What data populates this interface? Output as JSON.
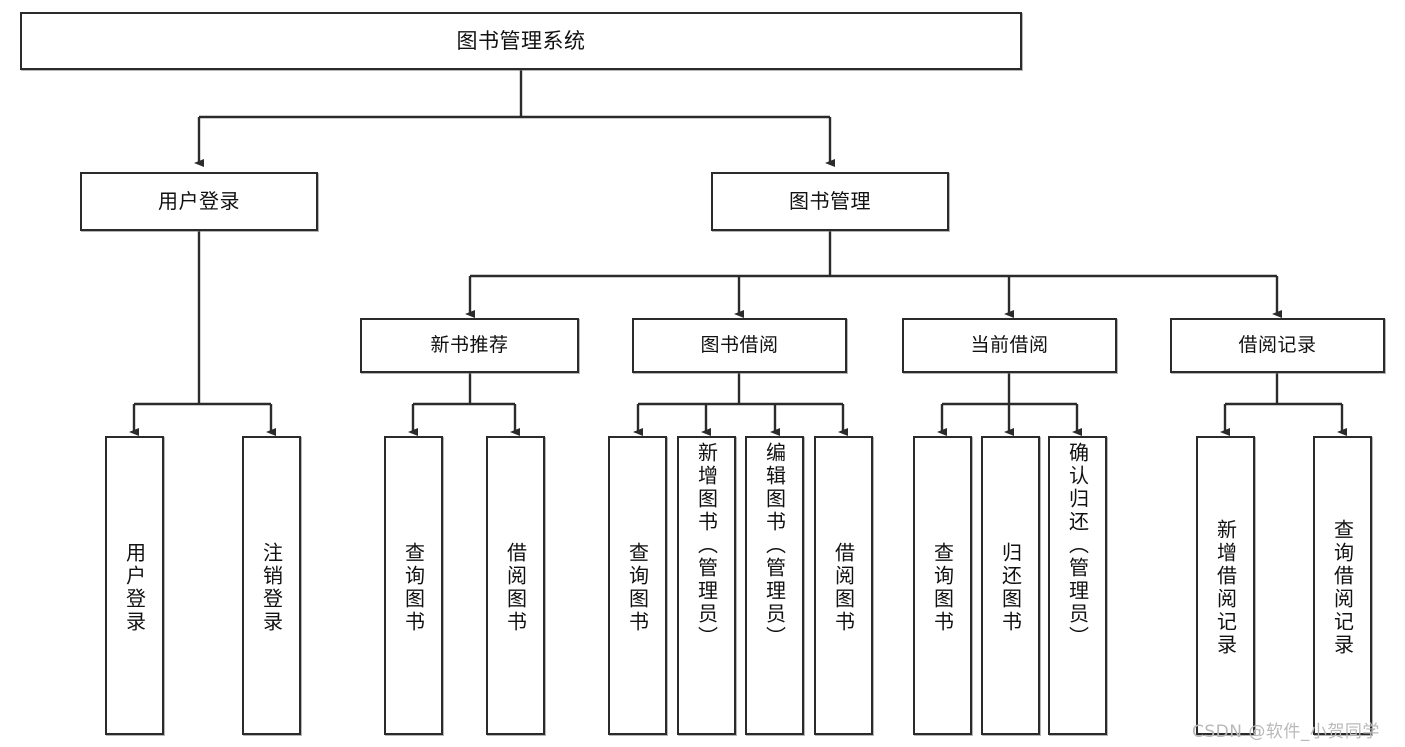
{
  "diagram": {
    "type": "tree",
    "title": "图书管理系统",
    "root": {
      "label": "图书管理系统"
    },
    "level2": [
      {
        "label": "用户登录"
      },
      {
        "label": "图书管理"
      }
    ],
    "level3": [
      {
        "label": "新书推荐"
      },
      {
        "label": "图书借阅"
      },
      {
        "label": "当前借阅"
      },
      {
        "label": "借阅记录"
      }
    ],
    "leaves": {
      "user_login": [
        {
          "label": "用户登录"
        },
        {
          "label": "注销登录"
        }
      ],
      "new_book_recommend": [
        {
          "label": "查询图书"
        },
        {
          "label": "借阅图书"
        }
      ],
      "book_borrow": [
        {
          "label": "查询图书"
        },
        {
          "label": "新增图书（管理员）"
        },
        {
          "label": "编辑图书（管理员）"
        },
        {
          "label": "借阅图书"
        }
      ],
      "current_borrow": [
        {
          "label": "查询图书"
        },
        {
          "label": "归还图书"
        },
        {
          "label": "确认归还（管理员）"
        }
      ],
      "borrow_records": [
        {
          "label": "新增借阅记录"
        },
        {
          "label": "查询借阅记录"
        }
      ]
    }
  },
  "watermark": {
    "text": "CSDN @软件_小贺同学"
  },
  "colors": {
    "border": "#2b2b2b",
    "background": "#ffffff",
    "text": "#111111",
    "watermark": "#b9b9b9"
  }
}
